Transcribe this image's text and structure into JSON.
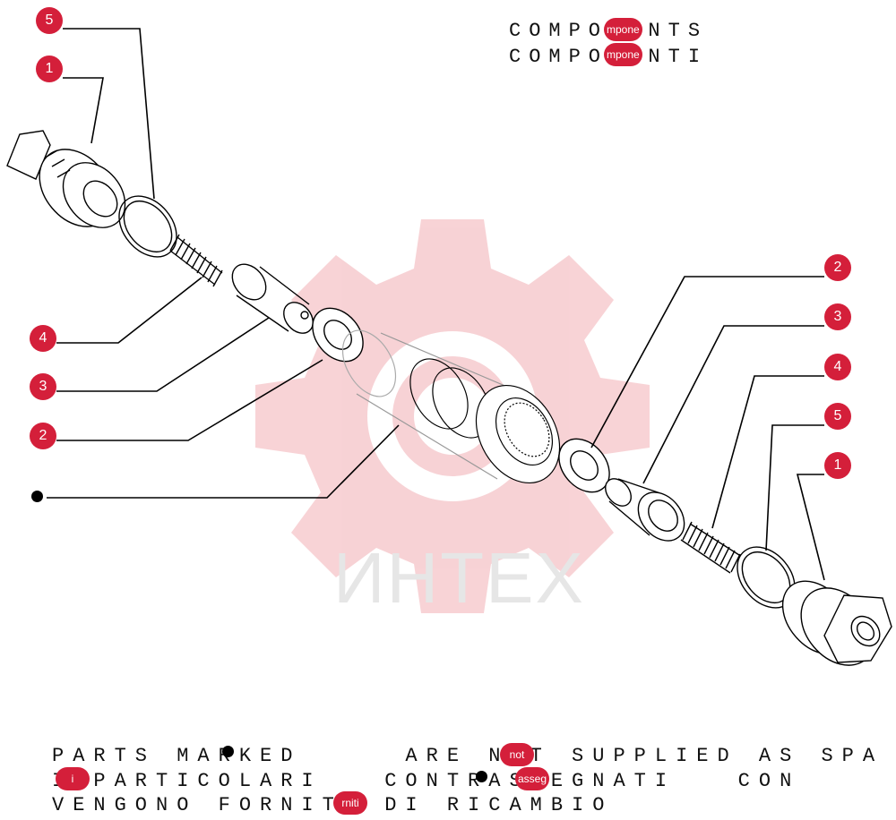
{
  "title": {
    "line1": "COMPONENTS",
    "line2": "COMPONENTI"
  },
  "watermark": {
    "text": "ИНТЕХ"
  },
  "callouts_left": [
    "5",
    "1",
    "4",
    "3",
    "2"
  ],
  "callouts_right": [
    "2",
    "3",
    "4",
    "5",
    "1"
  ],
  "note": {
    "line1": "PARTS MARKED     ARE NOT SUPPLIED AS SPA",
    "line2": "I PARTICOLARI   CONTRASSEGNATI   CON",
    "line3": "VENGONO FORNITI DI RICAMBIO"
  },
  "overlay_tags": {
    "title1": "mpone",
    "title2": "mpone",
    "note_not": "not",
    "note_i": "i",
    "note_assegnati": "asseg",
    "note_forniti": "rniti"
  },
  "colors": {
    "callout": "#d41f3a",
    "watermark": "#f5c4c8",
    "line": "#000000"
  }
}
